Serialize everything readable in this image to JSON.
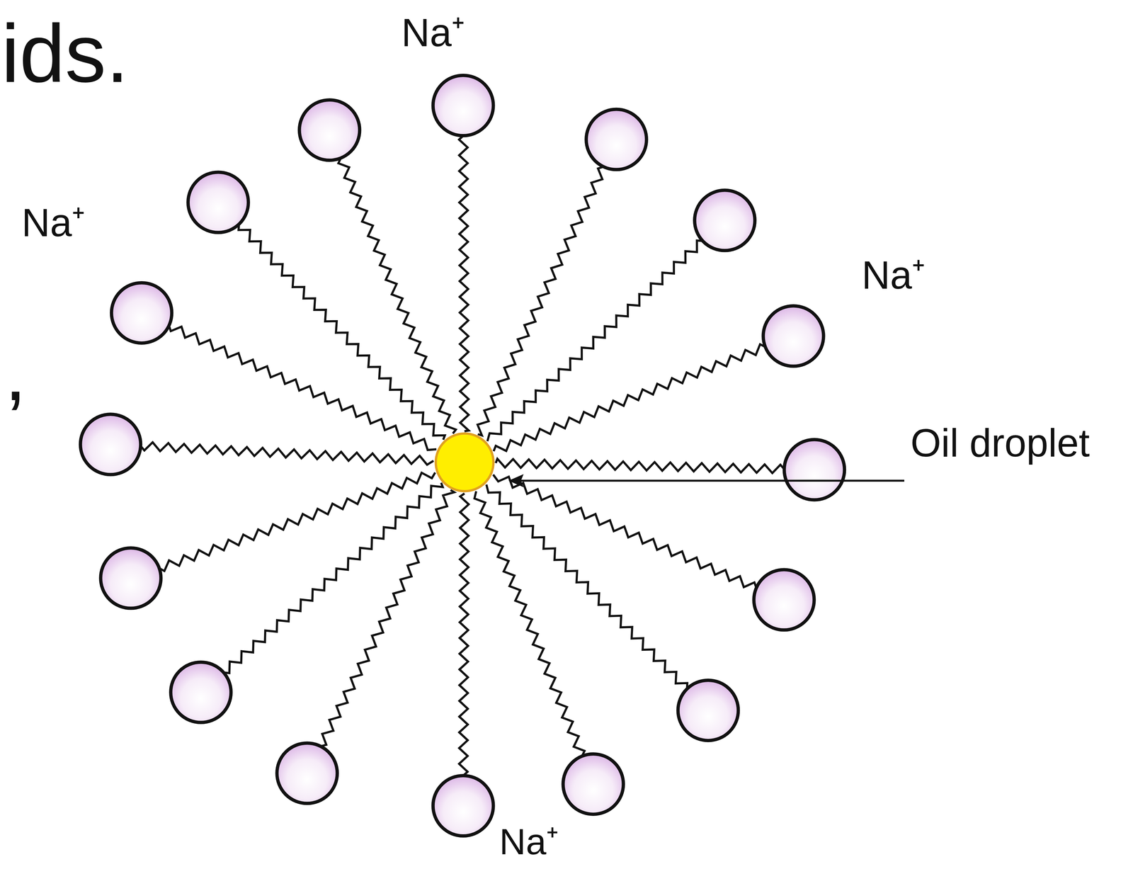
{
  "diagram": {
    "labels": [
      "ids.",
      "Na⁺",
      "Na⁺",
      "Na⁺",
      "Oil droplet",
      ",",
      "Na⁺"
    ]
  }
}
